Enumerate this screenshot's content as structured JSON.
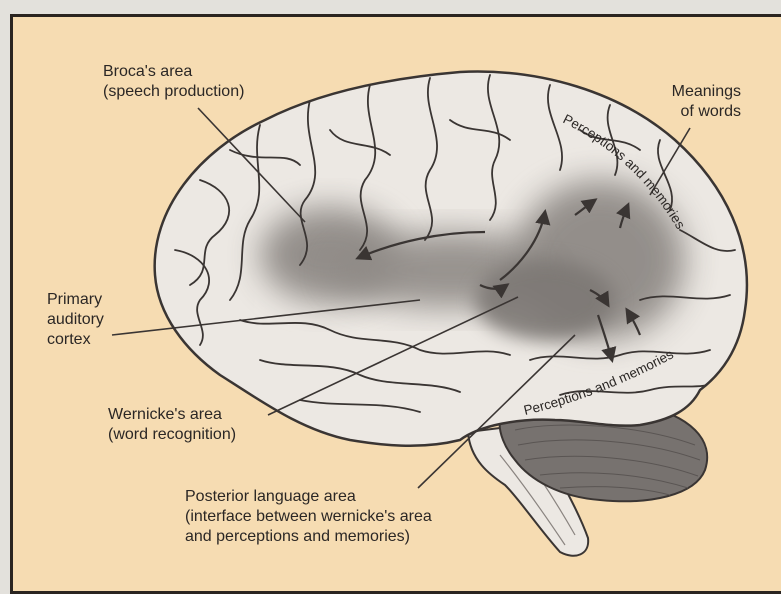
{
  "diagram": {
    "labels": {
      "broca": [
        "Broca's area",
        "(speech production)"
      ],
      "meanings": [
        "Meanings",
        "of words"
      ],
      "auditory": [
        "Primary",
        "auditory",
        "cortex"
      ],
      "wernicke": [
        "Wernicke's area",
        "(word recognition)"
      ],
      "posterior": [
        "Posterior language area",
        "(interface between wernicke's area",
        "and perceptions and memories)"
      ],
      "perceptions_upper": "Perceptions and memories",
      "perceptions_lower": "Perceptions and memories"
    },
    "colors": {
      "background": "#f6dcb2",
      "brain_fill": "#ece8e3",
      "region_shading": "#8f8a86",
      "cerebellum": "#77726f",
      "outline": "#3a3533"
    }
  }
}
